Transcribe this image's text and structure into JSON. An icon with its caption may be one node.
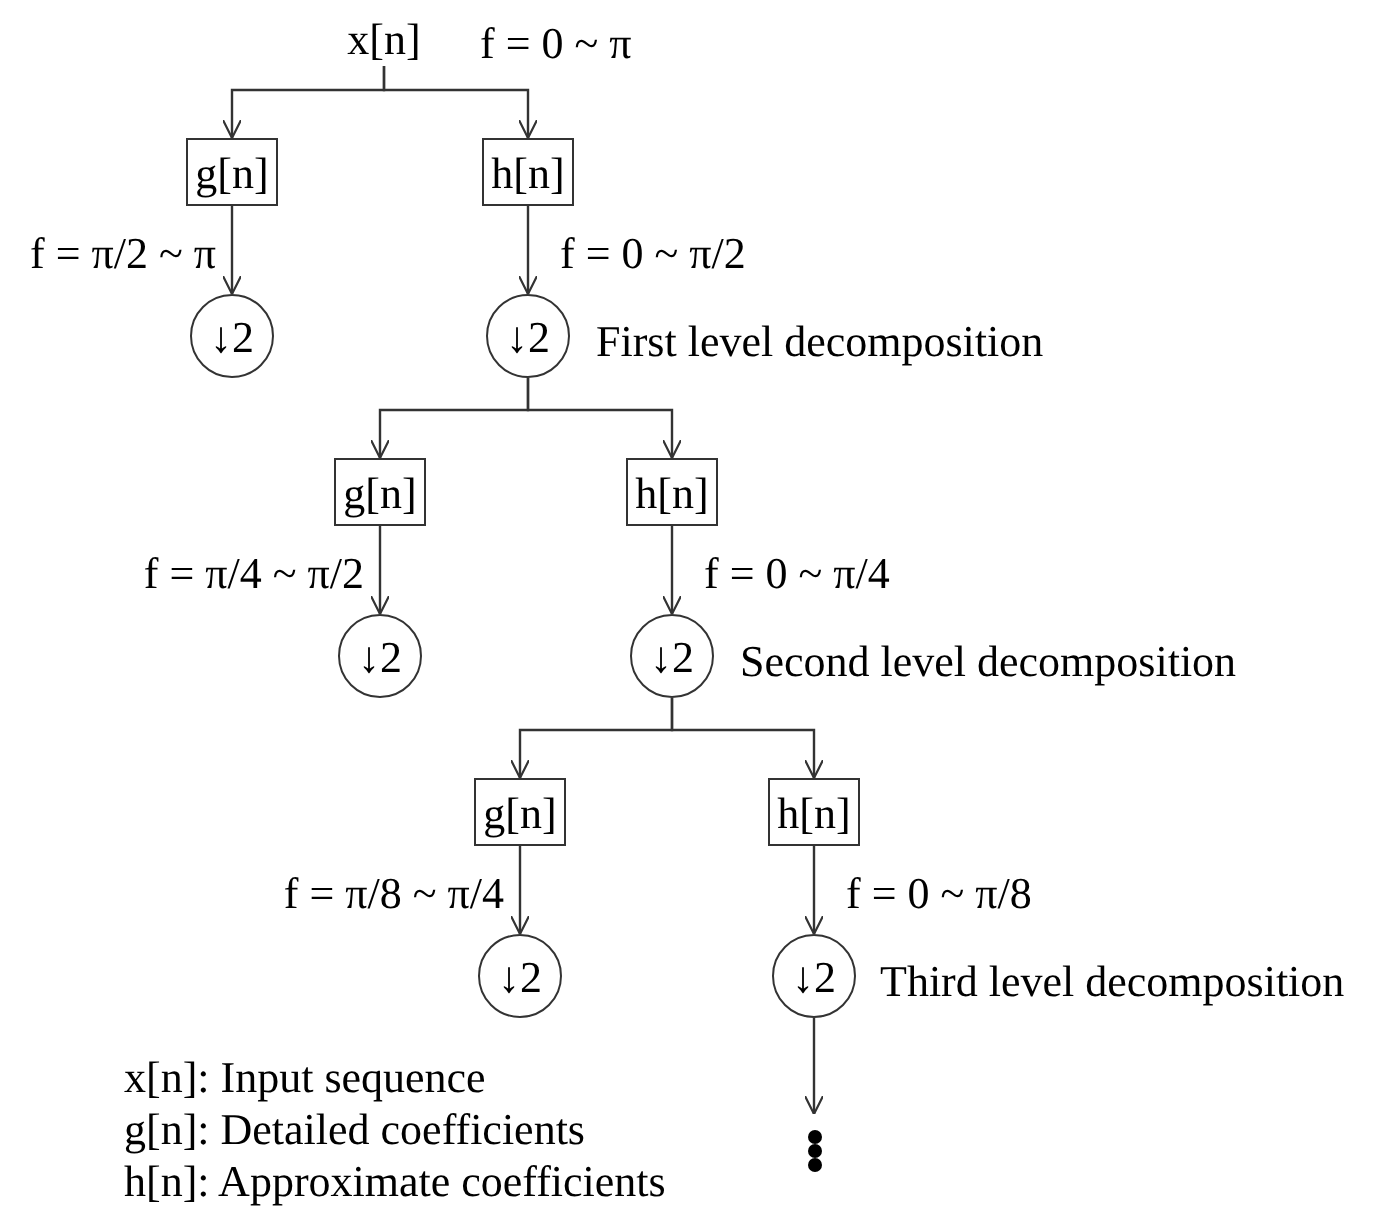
{
  "diagram": {
    "nodes": [
      {
        "text": [
          "x[n]"
        ],
        "beside": [
          "f = 0 ~ π"
        ]
      },
      {
        "text": [
          "g[n]"
        ]
      },
      {
        "text": [
          "h[n]"
        ]
      },
      {
        "text": [
          "↓2"
        ]
      },
      {
        "text": [
          "↓2"
        ],
        "beside": [
          "First level decomposition"
        ]
      },
      {
        "text": [
          "g[n]"
        ]
      },
      {
        "text": [
          "h[n]"
        ]
      },
      {
        "text": [
          "↓2"
        ]
      },
      {
        "text": [
          "↓2"
        ],
        "beside": [
          "Second level decomposition"
        ]
      },
      {
        "text": [
          "g[n]"
        ]
      },
      {
        "text": [
          "h[n]"
        ]
      },
      {
        "text": [
          "↓2"
        ]
      },
      {
        "text": [
          "↓2"
        ],
        "beside": [
          "Third level decomposition"
        ]
      },
      {
        "text": [],
        "shape": "dots"
      }
    ],
    "edges": [
      {
        "from": 0,
        "to": 1,
        "arrow": "to"
      },
      {
        "from": 0,
        "to": 2,
        "arrow": "to"
      },
      {
        "from": 1,
        "to": 3,
        "arrow": "to",
        "label": "f = π/2 ~ π"
      },
      {
        "from": 2,
        "to": 4,
        "arrow": "to",
        "label": "f = 0 ~ π/2"
      },
      {
        "from": 4,
        "to": 5,
        "arrow": "to"
      },
      {
        "from": 4,
        "to": 6,
        "arrow": "to"
      },
      {
        "from": 5,
        "to": 7,
        "arrow": "to",
        "label": "f = π/4 ~ π/2"
      },
      {
        "from": 6,
        "to": 8,
        "arrow": "to",
        "label": "f = 0 ~ π/4"
      },
      {
        "from": 8,
        "to": 9,
        "arrow": "to"
      },
      {
        "from": 8,
        "to": 10,
        "arrow": "to"
      },
      {
        "from": 9,
        "to": 11,
        "arrow": "to",
        "label": "f = π/8 ~ π/4"
      },
      {
        "from": 10,
        "to": 12,
        "arrow": "to",
        "label": "f = 0 ~ π/8"
      },
      {
        "from": 12,
        "to": 13,
        "arrow": "to"
      }
    ],
    "labels": [
      "x[n]: Input sequence",
      "g[n]: Detailed coefficients",
      "h[n]: Approximate coefficients"
    ]
  }
}
